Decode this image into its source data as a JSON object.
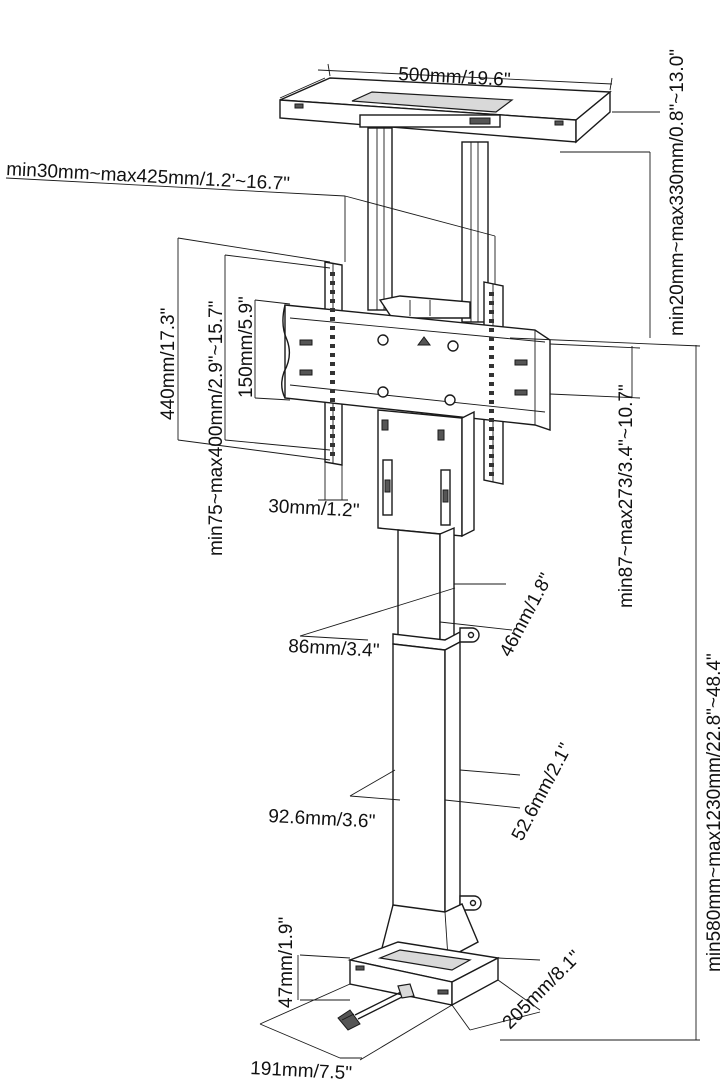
{
  "labels": {
    "top_width": "500mm/19.6\"",
    "top_extension": "min30mm~max425mm/1.2'~16.7\"",
    "top_drop": "min20mm~max330mm/0.8\"~13.0\"",
    "plate_height": "440mm/17.3\"",
    "vesa_vertical": "min75~max400mm/2.9\"~15.7\"",
    "center_height": "150mm/5.9\"",
    "arm_width": "30mm/1.2\"",
    "tilt_range": "min87~max273/3.4\"~10.7\"",
    "overall_height": "min580mm~max1230mm/22.8\"~48.4\"",
    "upper_tube_depth": "46mm/1.8\"",
    "upper_tube_width": "86mm/3.4\"",
    "lower_tube_width": "92.6mm/3.6\"",
    "lower_tube_depth": "52.6mm/2.1\"",
    "base_height": "47mm/1.9\"",
    "base_depth": "205mm/8.1\"",
    "base_width": "191mm/7.5\""
  }
}
